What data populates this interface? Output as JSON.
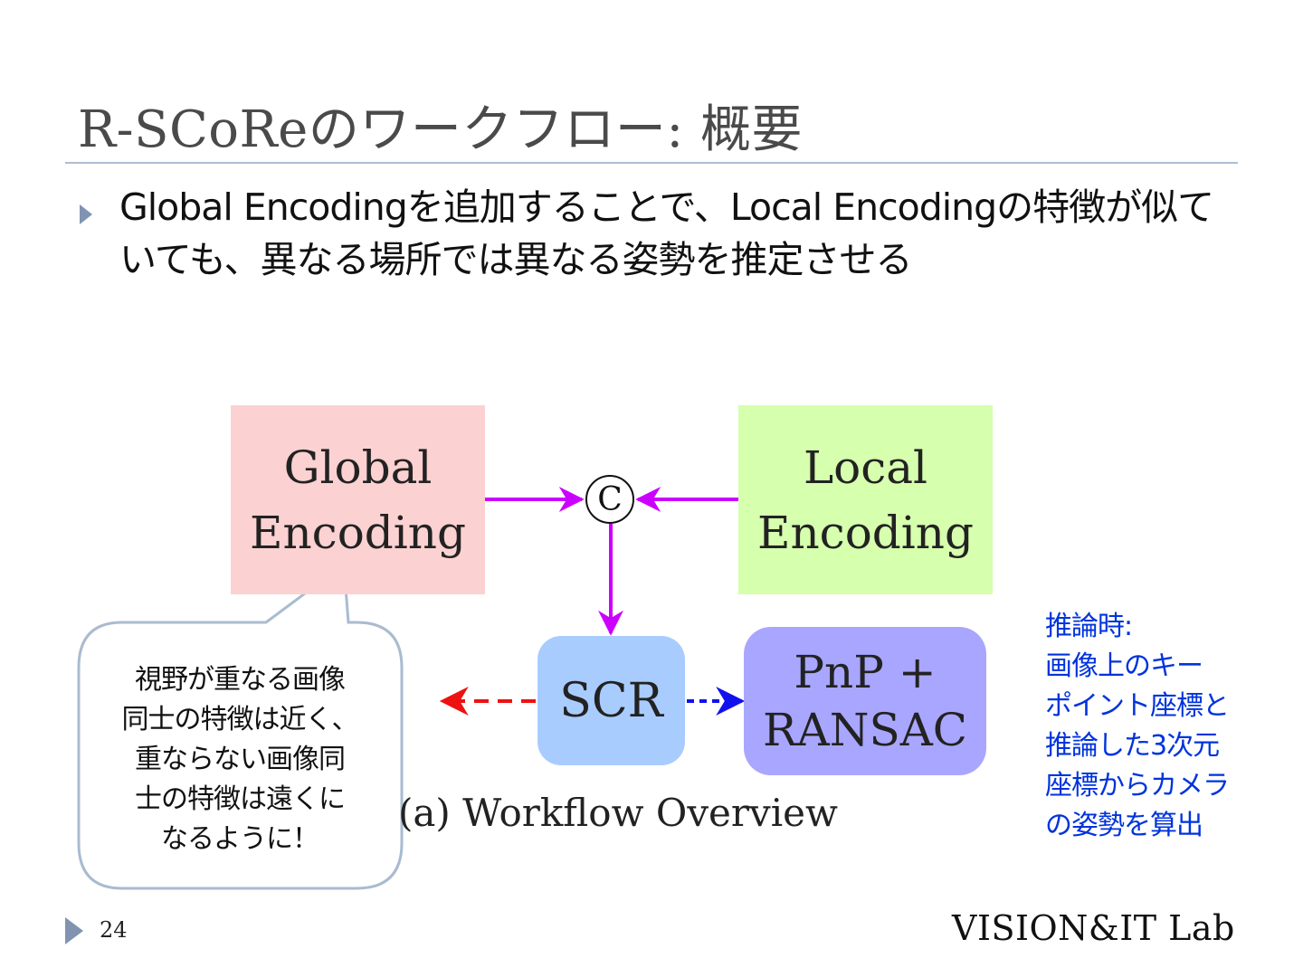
{
  "slide": {
    "title": "R-SCoReのワークフロー: 概要",
    "bullet": "Global Encodingを追加することで、Local Encodingの特徴が似ていても、異なる場所では異なる姿勢を推定させる",
    "page_number": "24",
    "lab_logo": "VISION&IT Lab"
  },
  "diagram": {
    "global_box": {
      "line1": "Global",
      "line2": "Encoding",
      "color": "#fcd1d1"
    },
    "local_box": {
      "line1": "Local",
      "line2": "Encoding",
      "color": "#d6ffae"
    },
    "concat_symbol": "C",
    "scr_box": {
      "label": "SCR",
      "color": "#a9ccff"
    },
    "pnp_box": {
      "line1": "PnP +",
      "line2": "RANSAC",
      "color": "#a9a6ff"
    },
    "caption": "(a) Workflow Overview",
    "arrow_colors": {
      "encoding": "#cc00ff",
      "loss": "#ee1111",
      "pose": "#1111ee"
    }
  },
  "callout": {
    "lines": [
      "視野が重なる画像",
      "同士の特徴は近く、",
      "重ならない画像同",
      "士の特徴は遠くに",
      "なるように！"
    ]
  },
  "side_note": {
    "lines": [
      "推論時:",
      "画像上のキー",
      "ポイント座標と",
      "推論した3次元",
      "座標からカメラ",
      "の姿勢を算出"
    ],
    "color": "#0033dd"
  }
}
